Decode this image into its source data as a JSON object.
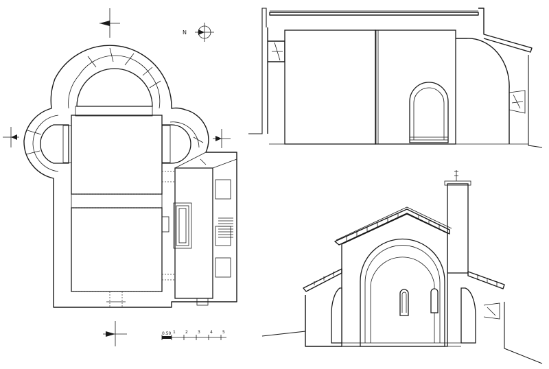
{
  "compass": {
    "north_label": "N"
  },
  "scale_bar": {
    "ticks": [
      "0.50",
      "1",
      "2",
      "3",
      "4",
      "5"
    ]
  },
  "views": [
    "plan",
    "longitudinal-section",
    "east-elevation"
  ]
}
